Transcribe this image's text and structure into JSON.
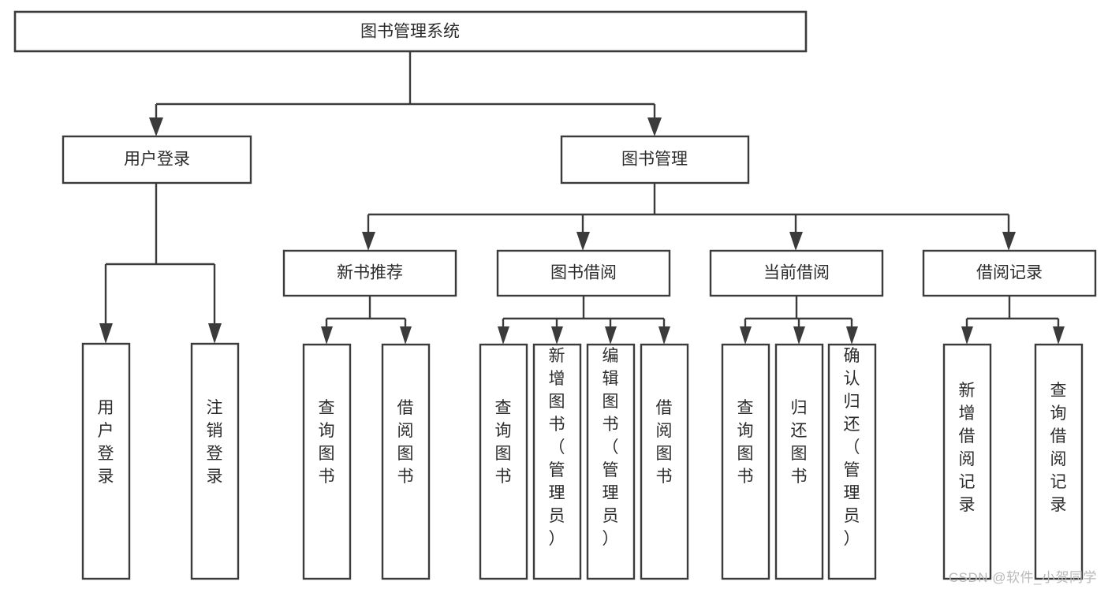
{
  "diagram": {
    "type": "tree",
    "title": "图书管理系统",
    "orientation": "top-down",
    "levels": 4,
    "colors": {
      "box_fill": "#ffffff",
      "box_stroke": "#3b3b3b",
      "text": "#2b2b2b",
      "background": "#ffffff",
      "watermark": "#b9b9b9"
    },
    "root": {
      "label": "图书管理系统",
      "orientation": "horizontal"
    },
    "level1": [
      {
        "label": "用户登录",
        "orientation": "horizontal"
      },
      {
        "label": "图书管理",
        "orientation": "horizontal"
      }
    ],
    "level2": [
      {
        "label": "新书推荐",
        "orientation": "horizontal",
        "parent": "图书管理"
      },
      {
        "label": "图书借阅",
        "orientation": "horizontal",
        "parent": "图书管理"
      },
      {
        "label": "当前借阅",
        "orientation": "horizontal",
        "parent": "图书管理"
      },
      {
        "label": "借阅记录",
        "orientation": "horizontal",
        "parent": "图书管理"
      }
    ],
    "leaves": {
      "用户登录": [
        {
          "label": "用户登录",
          "orientation": "vertical"
        },
        {
          "label": "注销登录",
          "orientation": "vertical"
        }
      ],
      "新书推荐": [
        {
          "label": "查询图书",
          "orientation": "vertical"
        },
        {
          "label": "借阅图书",
          "orientation": "vertical"
        }
      ],
      "图书借阅": [
        {
          "label": "查询图书",
          "orientation": "vertical"
        },
        {
          "label": "新增图书（管理员）",
          "orientation": "vertical"
        },
        {
          "label": "编辑图书（管理员）",
          "orientation": "vertical"
        },
        {
          "label": "借阅图书",
          "orientation": "vertical"
        }
      ],
      "当前借阅": [
        {
          "label": "查询图书",
          "orientation": "vertical"
        },
        {
          "label": "归还图书",
          "orientation": "vertical"
        },
        {
          "label": "确认归还（管理员）",
          "orientation": "vertical"
        }
      ],
      "借阅记录": [
        {
          "label": "新增借阅记录",
          "orientation": "vertical"
        },
        {
          "label": "查询借阅记录",
          "orientation": "vertical"
        }
      ]
    }
  },
  "watermark": {
    "text": "CSDN @软件_小贺同学"
  }
}
